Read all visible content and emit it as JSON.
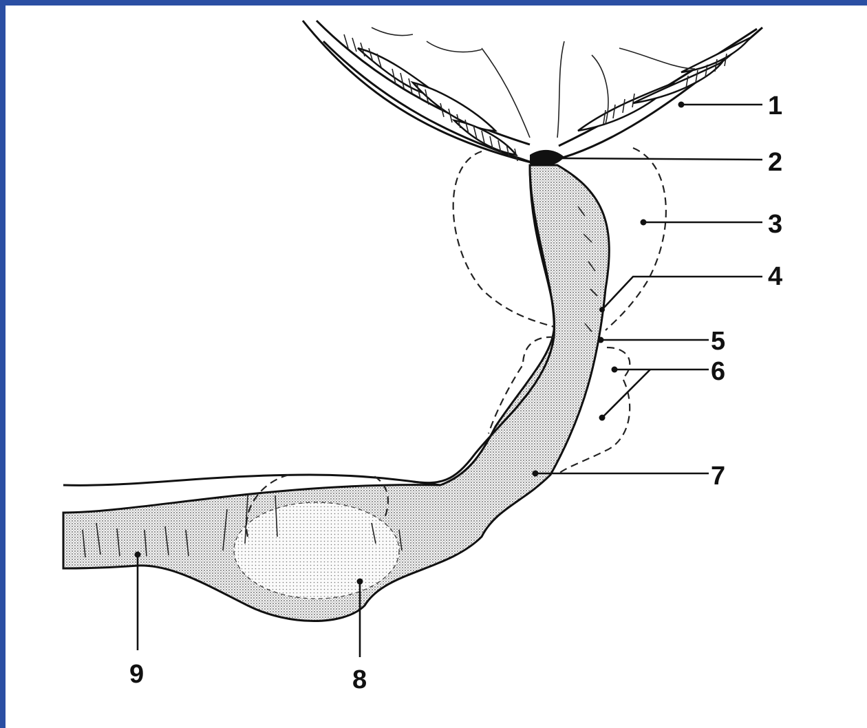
{
  "labels": [
    {
      "id": "1",
      "text": "1"
    },
    {
      "id": "2",
      "text": "2"
    },
    {
      "id": "3",
      "text": "3"
    },
    {
      "id": "4",
      "text": "4"
    },
    {
      "id": "5",
      "text": "5"
    },
    {
      "id": "6",
      "text": "6"
    },
    {
      "id": "7",
      "text": "7"
    },
    {
      "id": "8",
      "text": "8"
    },
    {
      "id": "9",
      "text": "9"
    }
  ],
  "colors": {
    "border": "#2b4fa3",
    "canvas": "#ffffff",
    "ink": "#111111",
    "stipple": "#c9c9c9"
  }
}
